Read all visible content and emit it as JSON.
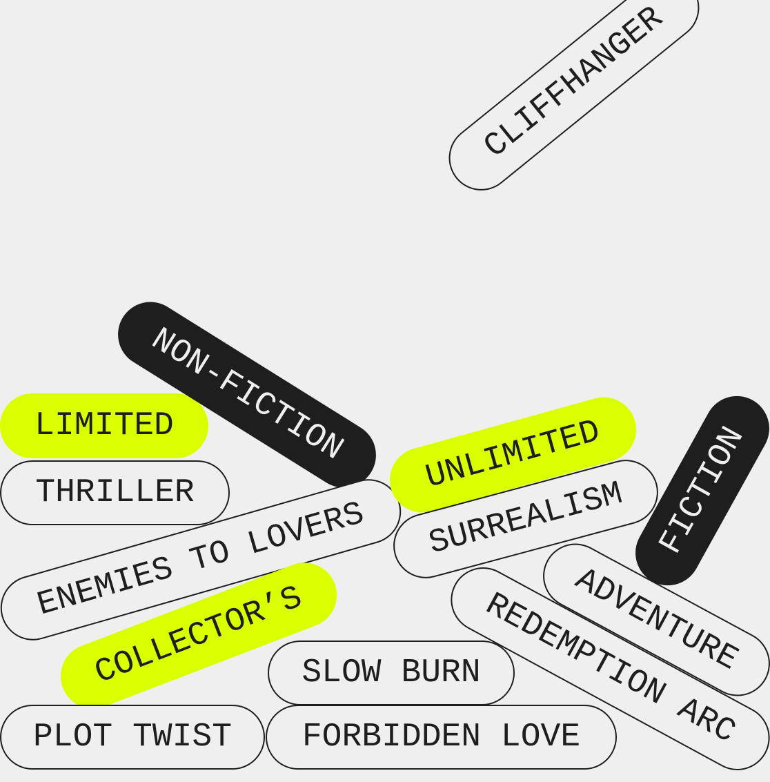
{
  "colors": {
    "background": "#efefef",
    "accent": "#d9ff00",
    "dark": "#1e1e1e"
  },
  "tags": {
    "cliffhanger": "CLIFFHANGER",
    "non_fiction": "NON-FICTION",
    "limited": "LIMITED",
    "thriller": "THRILLER",
    "enemies_to_lovers": "ENEMIES TO LOVERS",
    "unlimited": "UNLIMITED",
    "surrealism": "SURREALISM",
    "fiction": "FICTION",
    "redemption_arc": "REDEMPTION ARC",
    "adventure": "ADVENTURE",
    "collectors": "COLLECTOR’S",
    "slow_burn": "SLOW BURN",
    "plot_twist": "PLOT TWIST",
    "forbidden_love": "FORBIDDEN LOVE"
  }
}
